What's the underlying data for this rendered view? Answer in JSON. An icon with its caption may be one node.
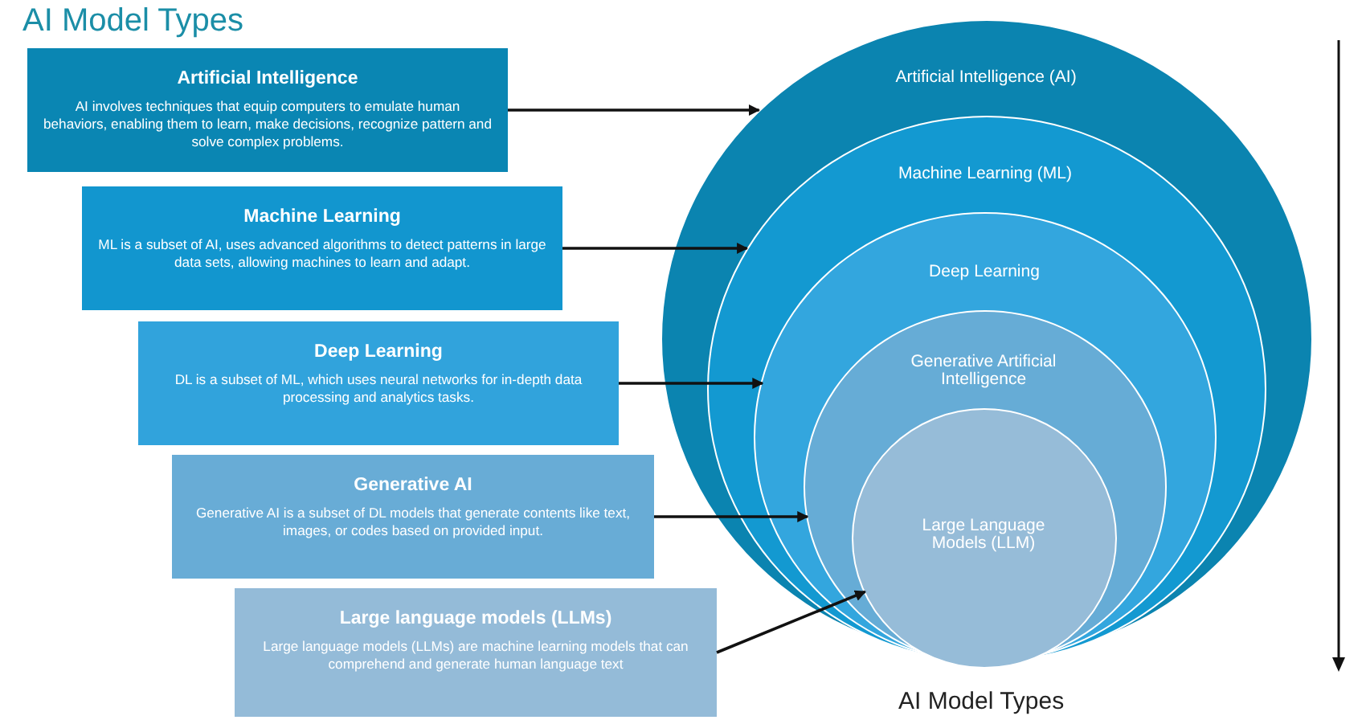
{
  "diagram": {
    "title": "AI Model Types",
    "caption": "AI Model Types",
    "nodes": [
      {
        "text": [
          "Artificial Intelligence",
          "AI involves techniques that equip computers to emulate human behaviors, enabling them to learn, make decisions, recognize pattern and solve complex problems."
        ]
      },
      {
        "text": [
          "Machine Learning",
          "ML is a subset of AI, uses advanced algorithms to detect patterns in large data sets, allowing machines to learn and adapt."
        ]
      },
      {
        "text": [
          "Deep Learning",
          "DL is a subset of ML, which uses neural networks for in-depth data processing and analytics tasks."
        ]
      },
      {
        "text": [
          "Generative AI",
          "Generative AI is a subset of DL models that generate contents like text, images, or codes based on provided input."
        ]
      },
      {
        "text": [
          "Large language models (LLMs)",
          "Large language models (LLMs) are machine learning models that can comprehend and generate human language text"
        ]
      },
      {
        "text": [
          "Artificial Intelligence (AI)"
        ]
      },
      {
        "text": [
          "Machine Learning (ML)"
        ],
        "in": 5
      },
      {
        "text": [
          "Deep Learning"
        ],
        "in": 6
      },
      {
        "text": [
          "Generative Artificial Intelligence"
        ],
        "in": 7
      },
      {
        "text": [
          "Large Language Models (LLM)"
        ],
        "in": 8
      }
    ],
    "edges": [
      {
        "from": 0,
        "to": 5,
        "arrow": "to"
      },
      {
        "from": 1,
        "to": 6,
        "arrow": "to"
      },
      {
        "from": 2,
        "to": 7,
        "arrow": "to"
      },
      {
        "from": 3,
        "to": 8,
        "arrow": "to"
      },
      {
        "from": 4,
        "to": 9,
        "arrow": "to"
      }
    ]
  }
}
